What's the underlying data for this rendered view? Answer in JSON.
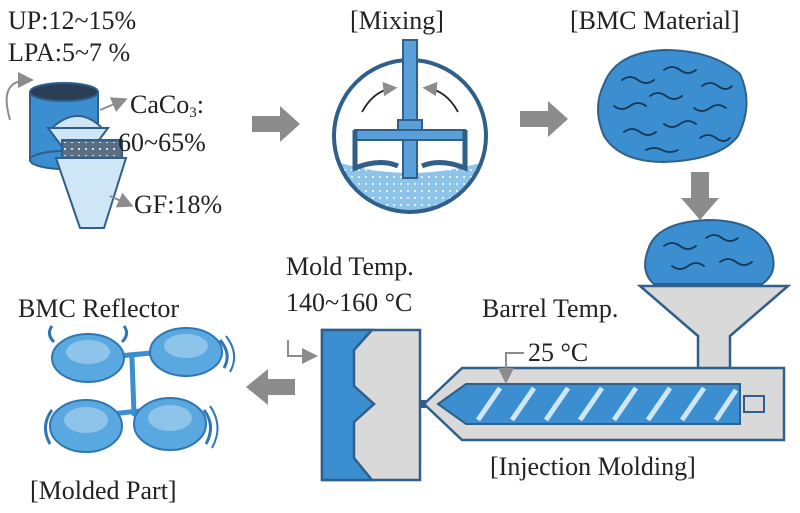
{
  "raw_materials": {
    "up_label": "UP:12~15%",
    "lpa_label": "LPA:5~7 %",
    "caco3_formula_main": "CaCo",
    "caco3_formula_sub": "3",
    "caco3_formula_colon": ":",
    "caco3_percent": "60~65%",
    "gf_label": "GF:18%"
  },
  "stages": {
    "mixing": "[Mixing]",
    "bmc_material": "[BMC Material]",
    "injection_molding": "[Injection Molding]",
    "molded_part": "[Molded Part]"
  },
  "parameters": {
    "mold_temp_label": "Mold Temp.",
    "mold_temp_value": "140~160 °C",
    "barrel_temp_label": "Barrel Temp.",
    "barrel_temp_value": "25 °C",
    "product_name": "BMC Reflector"
  },
  "colors": {
    "blue_dark": "#2f5f8a",
    "blue_mid": "#3b8fd1",
    "blue_light": "#8ec4ea",
    "blue_pale": "#cfe6f7",
    "gray": "#8c8c8c",
    "gray_light": "#d9d9d9"
  }
}
